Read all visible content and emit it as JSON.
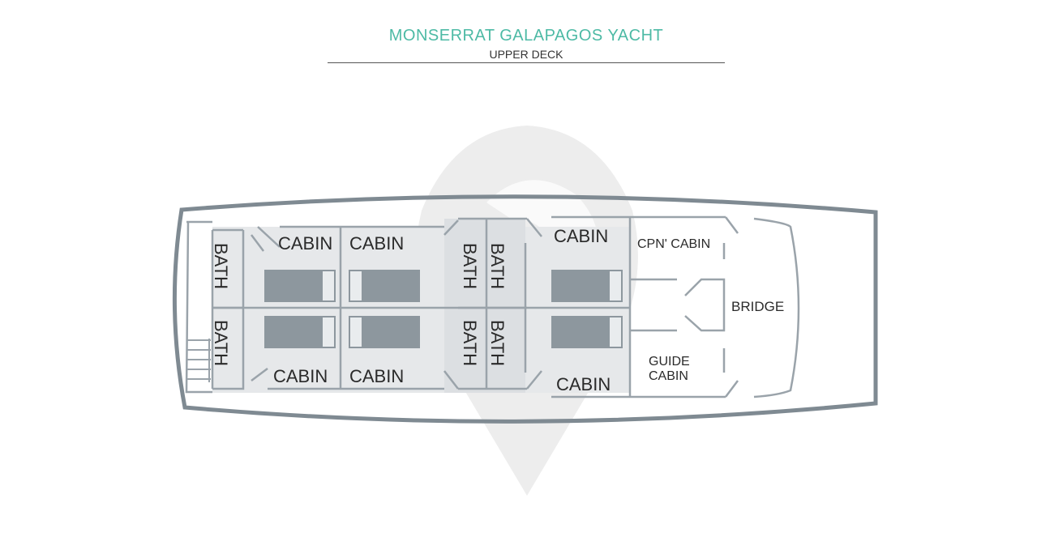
{
  "header": {
    "title": "MONSERRAT GALAPAGOS YACHT",
    "subtitle": "UPPER DECK"
  },
  "colors": {
    "title": "#4dbaa5",
    "hull": "#7f8a92",
    "wall": "#9aa3aa",
    "bed": "#8d979e",
    "room_fill": "#e6e8ea",
    "watermark": "#eeeeee"
  },
  "rooms": {
    "cabin_1": "CABIN",
    "cabin_2": "CABIN",
    "cabin_3": "CABIN",
    "cabin_4": "CABIN",
    "cabin_5": "CABIN",
    "cabin_6": "CABIN",
    "captain_cabin": "CPN' CABIN",
    "guide_cabin_line1": "GUIDE",
    "guide_cabin_line2": "CABIN",
    "bridge": "BRIDGE",
    "bath_1": "BATH",
    "bath_2": "BATH",
    "bath_3": "BATH",
    "bath_4": "BATH",
    "bath_5": "BATH",
    "bath_6": "BATH"
  }
}
